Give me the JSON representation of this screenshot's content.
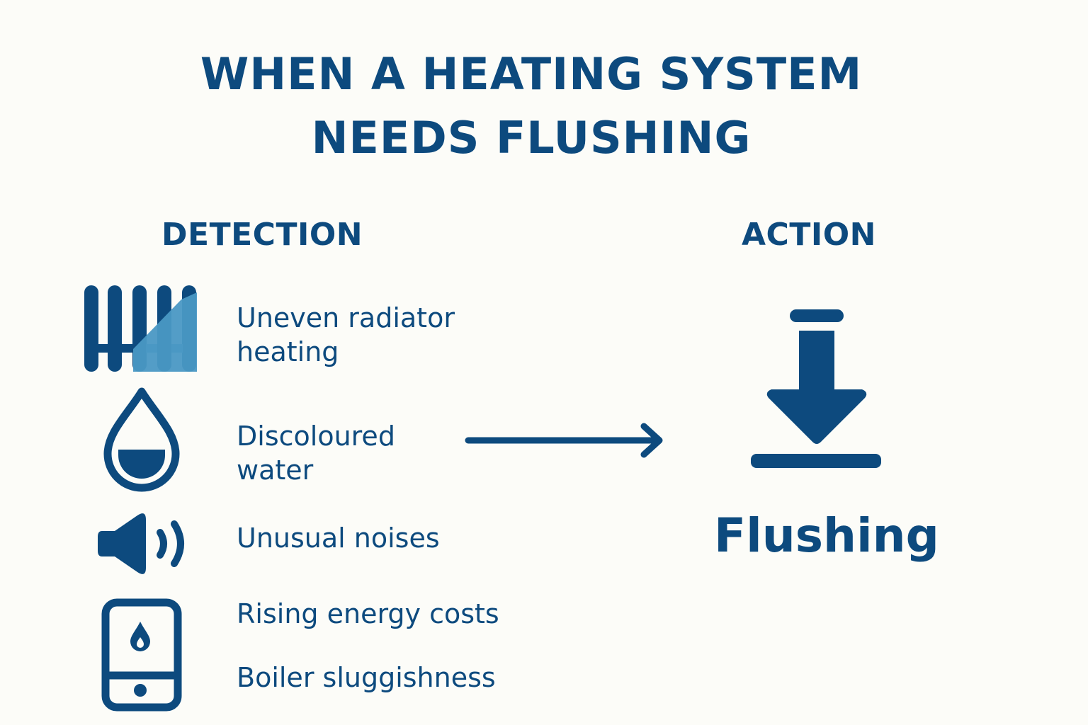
{
  "title": {
    "line1": "WHEN A HEATING SYSTEM",
    "line2": "NEEDS FLUSHING"
  },
  "detection": {
    "heading": "DETECTION",
    "items": [
      {
        "line1": "Uneven radiator",
        "line2": "heating",
        "icon": "radiator-icon"
      },
      {
        "line1": "Discoloured",
        "line2": "water",
        "icon": "water-drop-icon"
      },
      {
        "line1": "Unusual noises",
        "icon": "speaker-icon"
      },
      {
        "line1": "Rising energy costs",
        "icon": "smart-meter-icon"
      },
      {
        "line1": "Boiler sluggishness"
      }
    ]
  },
  "action": {
    "heading": "ACTION",
    "label": "Flushing",
    "icon": "download-arrow-icon"
  },
  "colors": {
    "primary": "#0d4a7e",
    "accent": "#4a98c4",
    "background": "#fcfcf8"
  }
}
